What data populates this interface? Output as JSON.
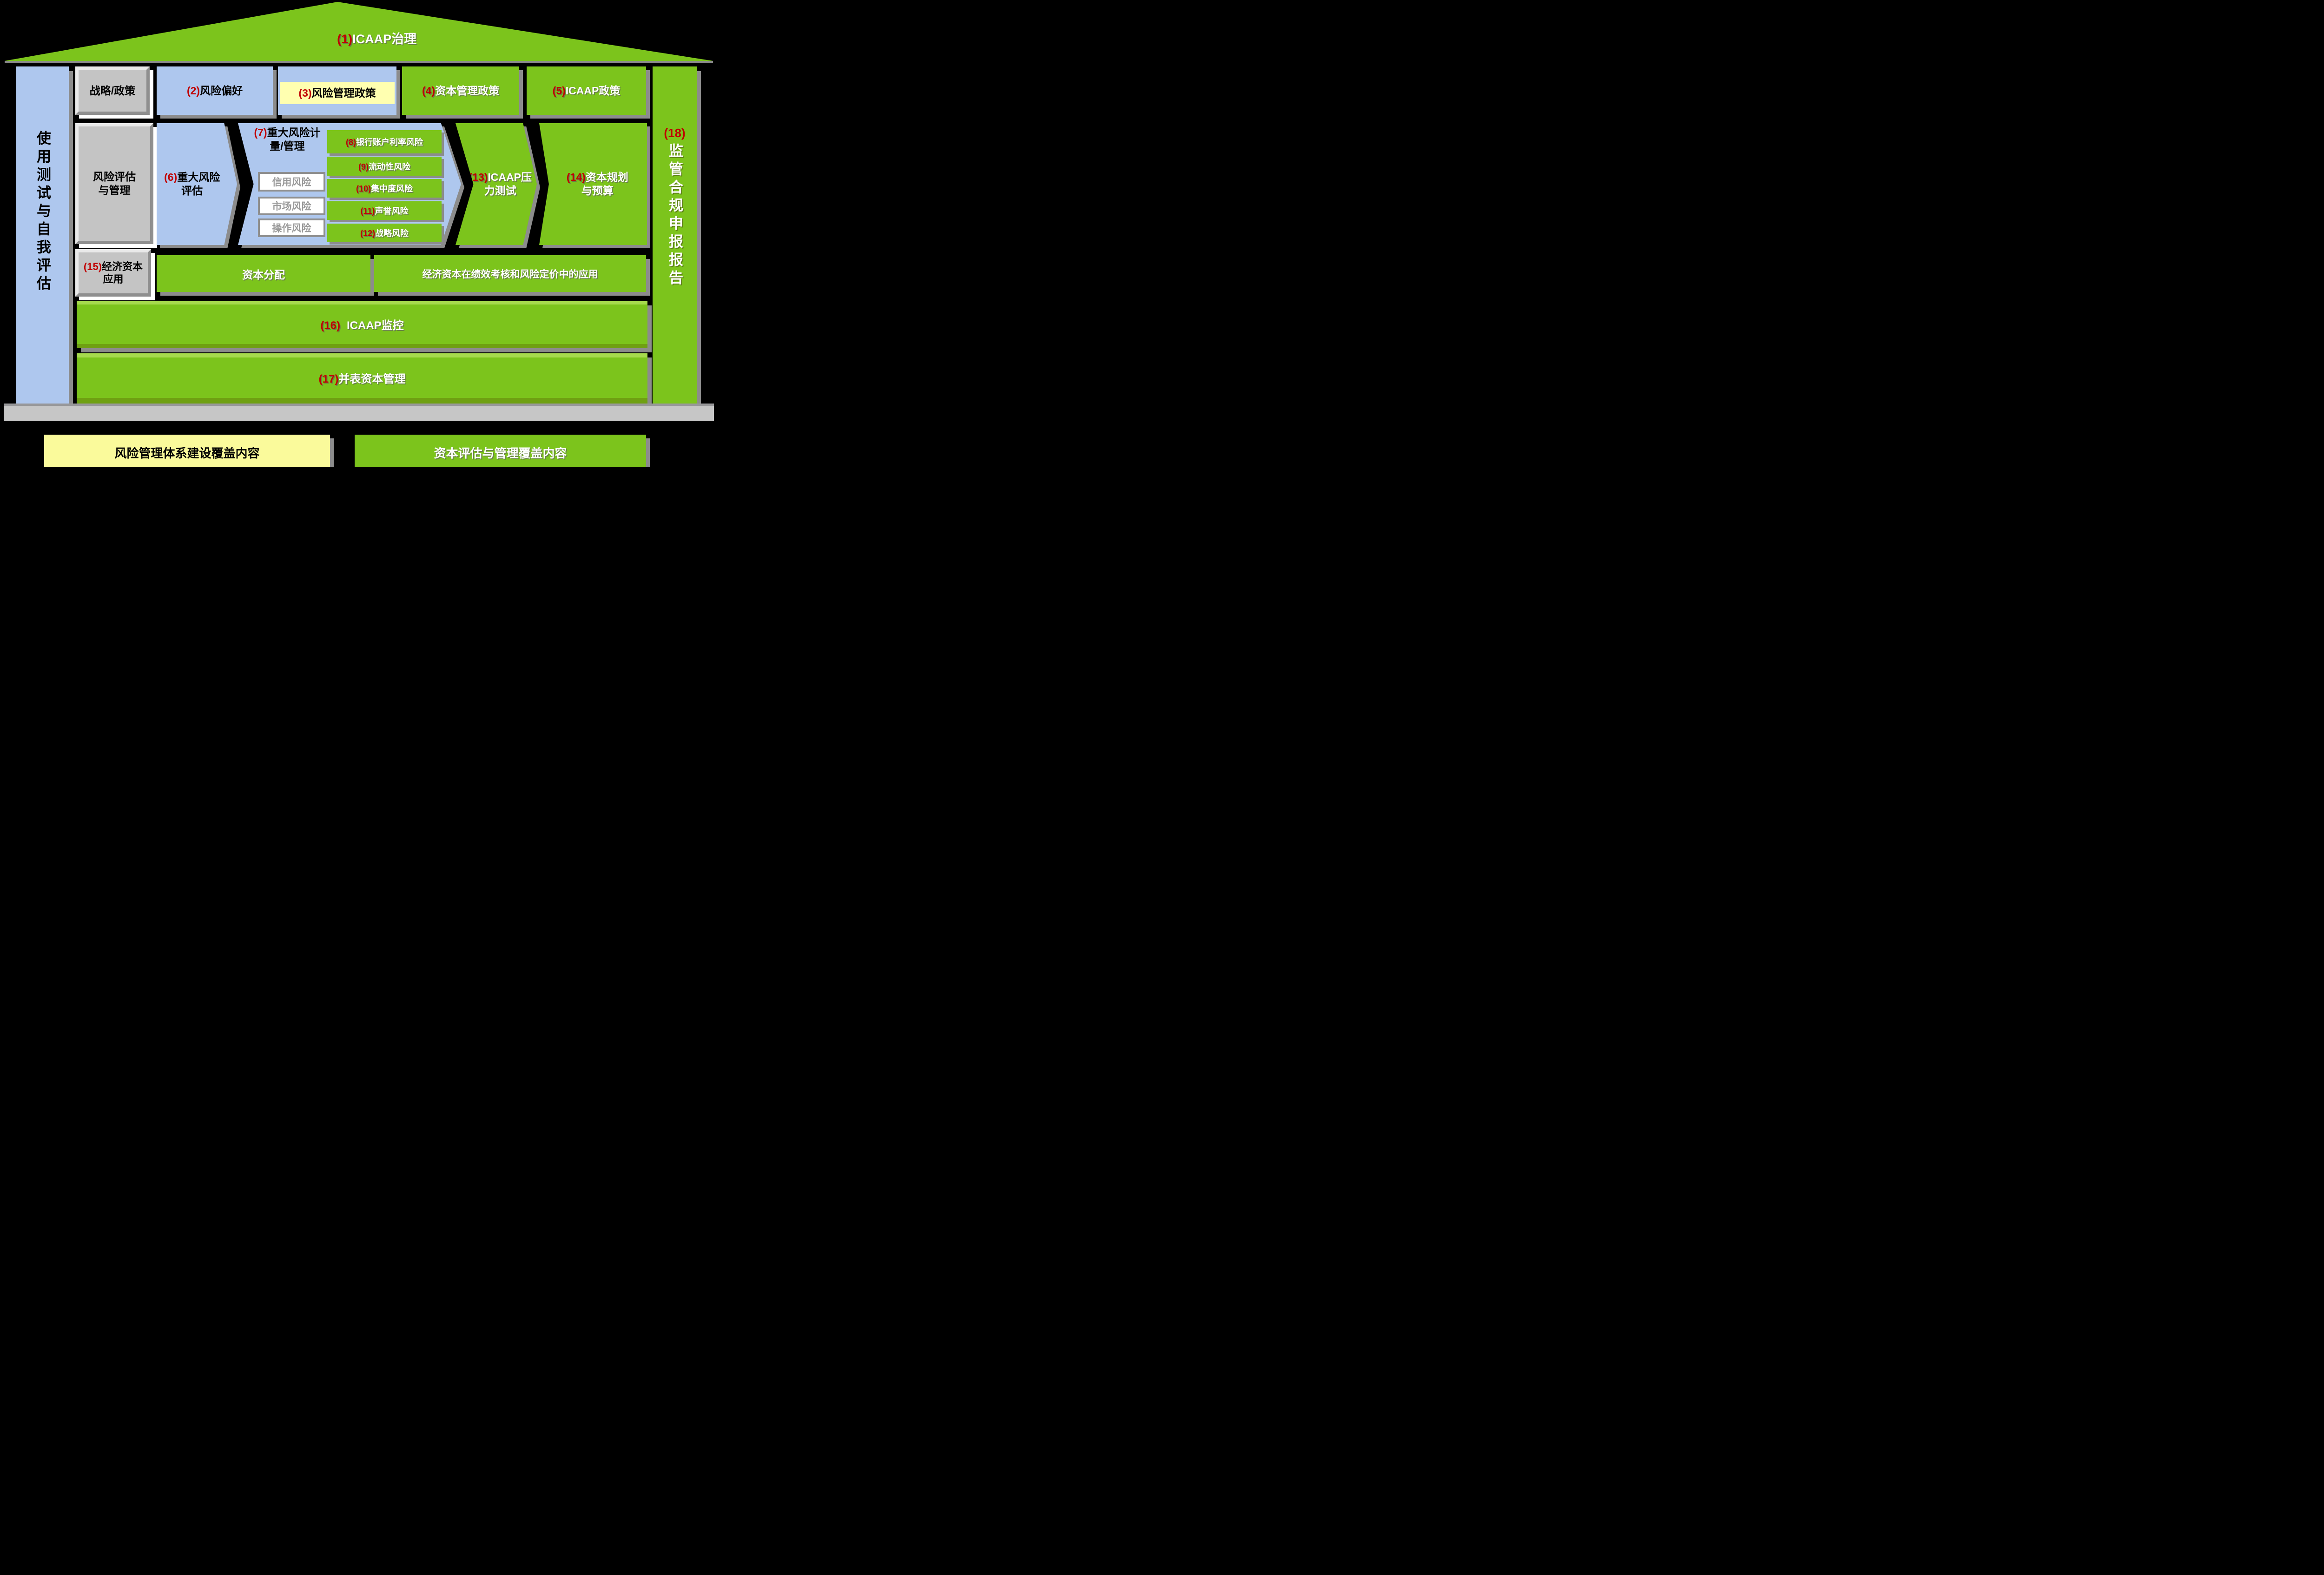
{
  "colors": {
    "green": "#7CC41C",
    "green_light": "#A6DA4D",
    "green_dark": "#6FA012",
    "blue": "#AEC7EE",
    "gray_box": "#C4C4C4",
    "yellow_band": "#FFFFB0",
    "legend_yellow": "#FAFA9B",
    "number_red": "#C00000",
    "shadow_gray": "#8C8C8C",
    "floor_gray": "#C6C6C6",
    "background": "#000000"
  },
  "roof": {
    "num": "(1)",
    "label": "ICAAP治理"
  },
  "left_bar": {
    "label": "使用测试与自我评估"
  },
  "right_bar": {
    "num": "(18)",
    "label": "监管合规申报报告"
  },
  "row1": {
    "strategy": {
      "label": "战略/政策"
    },
    "appetite": {
      "num": "(2)",
      "label": "风险偏好"
    },
    "risk_policy": {
      "num": "(3)",
      "label": "风险管理政策"
    },
    "capital_policy": {
      "num": "(4)",
      "label": "资本管理政策"
    },
    "icaap_policy": {
      "num": "(5)",
      "label": "ICAAP政策"
    }
  },
  "row2": {
    "assessment": {
      "line1": "风险评估",
      "line2": "与管理"
    },
    "major_risk": {
      "num": "(6)",
      "line1": "重大风险",
      "line2": "评估"
    },
    "measurement": {
      "num": "(7)",
      "line1": "重大风险计",
      "line2": "量/管理"
    },
    "pillar1_risks": [
      "信用风险",
      "市场风险",
      "操作风险"
    ],
    "other_risks": [
      {
        "num": "(8)",
        "label": "银行账户利率风险"
      },
      {
        "num": "(9)",
        "label": "流动性风险"
      },
      {
        "num": "(10)",
        "label": "集中度风险"
      },
      {
        "num": "(11)",
        "label": "声誉风险"
      },
      {
        "num": "(12)",
        "label": "战略风险"
      }
    ],
    "stress": {
      "num": "(13)",
      "line1": "ICAAP压",
      "line2": "力测试"
    },
    "planning": {
      "num": "(14)",
      "line1": "资本规划",
      "line2": "与预算"
    }
  },
  "row3": {
    "econ_capital": {
      "num": "(15)",
      "line1": "经济资本",
      "line2": "应用"
    },
    "allocation": {
      "label": "资本分配"
    },
    "application": {
      "label": "经济资本在绩效考核和风险定价中的应用"
    }
  },
  "row4": {
    "num": "(16)",
    "label": "ICAAP监控"
  },
  "row5": {
    "num": "(17)",
    "label": "并表资本管理"
  },
  "legend": {
    "risk_system": {
      "label": "风险管理体系建设覆盖内容"
    },
    "capital_mgmt": {
      "label": "资本评估与管理覆盖内容"
    }
  }
}
